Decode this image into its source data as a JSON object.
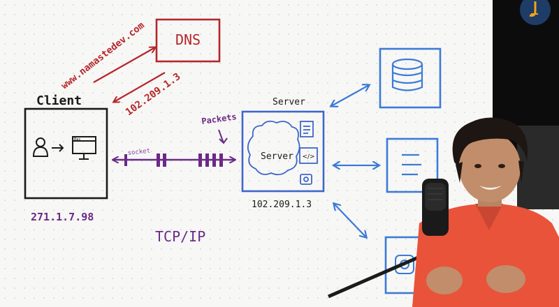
{
  "labels": {
    "dns": "DNS",
    "url": "www.namastedev.com",
    "dns_ip": "102.209.1.3",
    "client": "Client",
    "client_ip": "271.1.7.98",
    "server_title": "Server",
    "server_inner": "Server",
    "server_ip": "102.209.1.3",
    "socket": "socket",
    "packets": "Packets",
    "protocol": "TCP/IP",
    "browser_tab": "Bas",
    "code_icon": "</>"
  },
  "icons": {
    "user": "user-icon",
    "monitor": "monitor-icon",
    "database": "database-icon",
    "document": "document-icon",
    "camera": "camera-icon",
    "logo": "logo-icon"
  },
  "colors": {
    "dns": "#b5262b",
    "client": "#1a1a1a",
    "connection": "#6a2a86",
    "server": "#3f66c9",
    "resources": "#3b7ad8",
    "presenter_shirt": "#e8533a",
    "sidebar": "#0c0c0c"
  }
}
